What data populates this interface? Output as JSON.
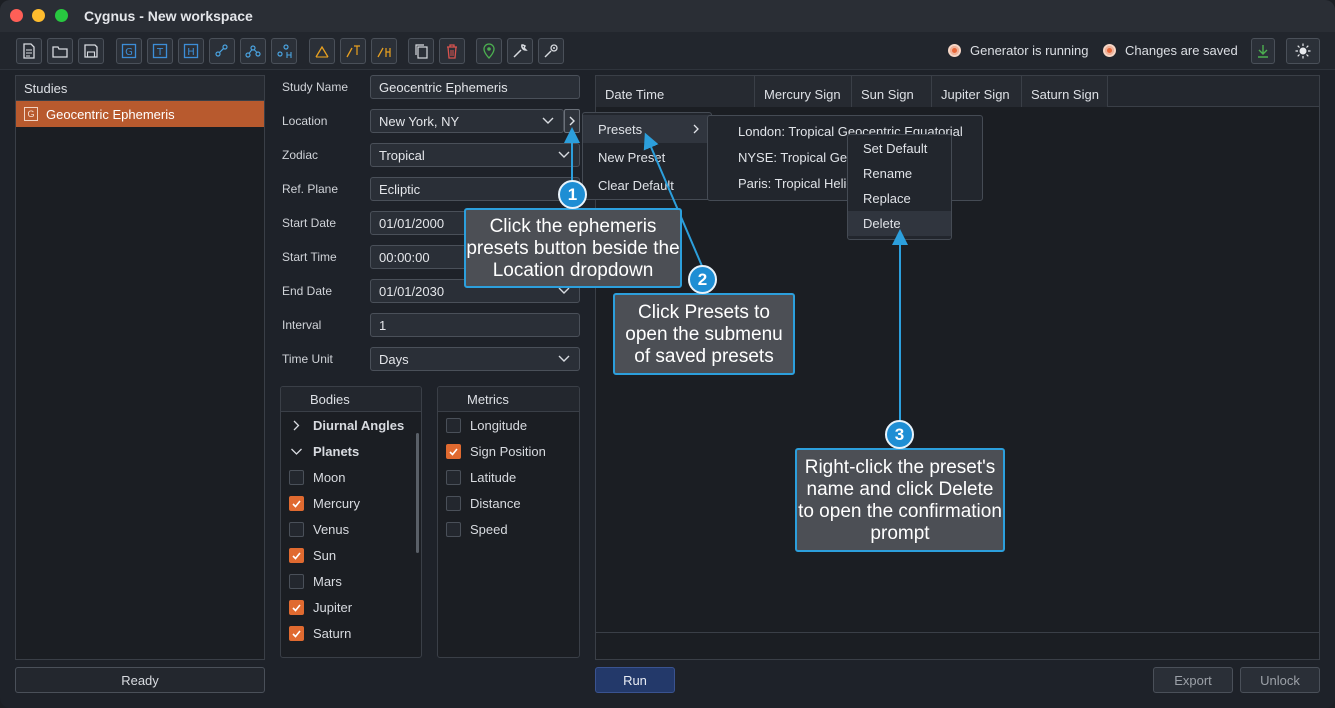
{
  "window": {
    "title": "Cygnus - New workspace"
  },
  "toolbar": {
    "buttons": [
      "new-file-icon",
      "open-folder-icon",
      "save-icon",
      "geocentric-study-icon",
      "topocentric-study-icon",
      "heliocentric-study-icon",
      "geo-chart-icon",
      "node-chart-icon",
      "helio-chart-icon",
      "geo-ephemeris-icon",
      "topo-ephemeris-icon",
      "helio-ephemeris-icon",
      "copy-icon",
      "trash-icon",
      "location-pin-icon",
      "wrench-icon",
      "settings-gear-icon"
    ],
    "letters": {
      "g": "G",
      "t": "T",
      "h": "H"
    },
    "status": {
      "generator": "Generator is running",
      "saved": "Changes are saved"
    },
    "colors": {
      "accent": "#e06a30",
      "blue": "#3c8ed8",
      "green": "#4caf50",
      "orange": "#e8a020",
      "red": "#d9534f"
    }
  },
  "studies": {
    "header": "Studies",
    "items": [
      {
        "badge": "G",
        "label": "Geocentric Ephemeris"
      }
    ],
    "status_button": "Ready"
  },
  "form": {
    "study_name": {
      "label": "Study Name",
      "value": "Geocentric Ephemeris"
    },
    "location": {
      "label": "Location",
      "value": "New York, NY"
    },
    "zodiac": {
      "label": "Zodiac",
      "value": "Tropical"
    },
    "ref_plane": {
      "label": "Ref. Plane",
      "value": "Ecliptic"
    },
    "start_date": {
      "label": "Start Date",
      "value": "01/01/2000"
    },
    "start_time": {
      "label": "Start Time",
      "value": "00:00:00"
    },
    "end_date": {
      "label": "End Date",
      "value": "01/01/2030"
    },
    "interval": {
      "label": "Interval",
      "value": "1"
    },
    "time_unit": {
      "label": "Time Unit",
      "value": "Days"
    }
  },
  "bodies": {
    "header": "Bodies",
    "groups": [
      {
        "label": "Diurnal Angles",
        "expanded": false
      },
      {
        "label": "Planets",
        "expanded": true
      }
    ],
    "items": [
      {
        "label": "Moon",
        "checked": false
      },
      {
        "label": "Mercury",
        "checked": true
      },
      {
        "label": "Venus",
        "checked": false
      },
      {
        "label": "Sun",
        "checked": true
      },
      {
        "label": "Mars",
        "checked": false
      },
      {
        "label": "Jupiter",
        "checked": true
      },
      {
        "label": "Saturn",
        "checked": true
      }
    ]
  },
  "metrics": {
    "header": "Metrics",
    "items": [
      {
        "label": "Longitude",
        "checked": false
      },
      {
        "label": "Sign Position",
        "checked": true
      },
      {
        "label": "Latitude",
        "checked": false
      },
      {
        "label": "Distance",
        "checked": false
      },
      {
        "label": "Speed",
        "checked": false
      }
    ]
  },
  "results": {
    "columns": [
      "Date Time",
      "Mercury Sign",
      "Sun Sign",
      "Jupiter Sign",
      "Saturn Sign"
    ]
  },
  "actions": {
    "run": "Run",
    "export": "Export",
    "unlock": "Unlock"
  },
  "presets_menu": {
    "items": [
      "Presets",
      "New Preset",
      "Clear Default"
    ],
    "presets": [
      "London: Tropical Geocentric Equatorial",
      "NYSE: Tropical Geo",
      "Paris: Tropical Helio"
    ],
    "context": [
      "Set Default",
      "Rename",
      "Replace",
      "Delete"
    ]
  },
  "callouts": [
    {
      "number": "1",
      "text": "Click the ephemeris presets button beside the Location dropdown"
    },
    {
      "number": "2",
      "text": "Click Presets to open the submenu of saved presets"
    },
    {
      "number": "3",
      "text": "Right-click the preset's name and click Delete to open the confirmation prompt"
    }
  ]
}
